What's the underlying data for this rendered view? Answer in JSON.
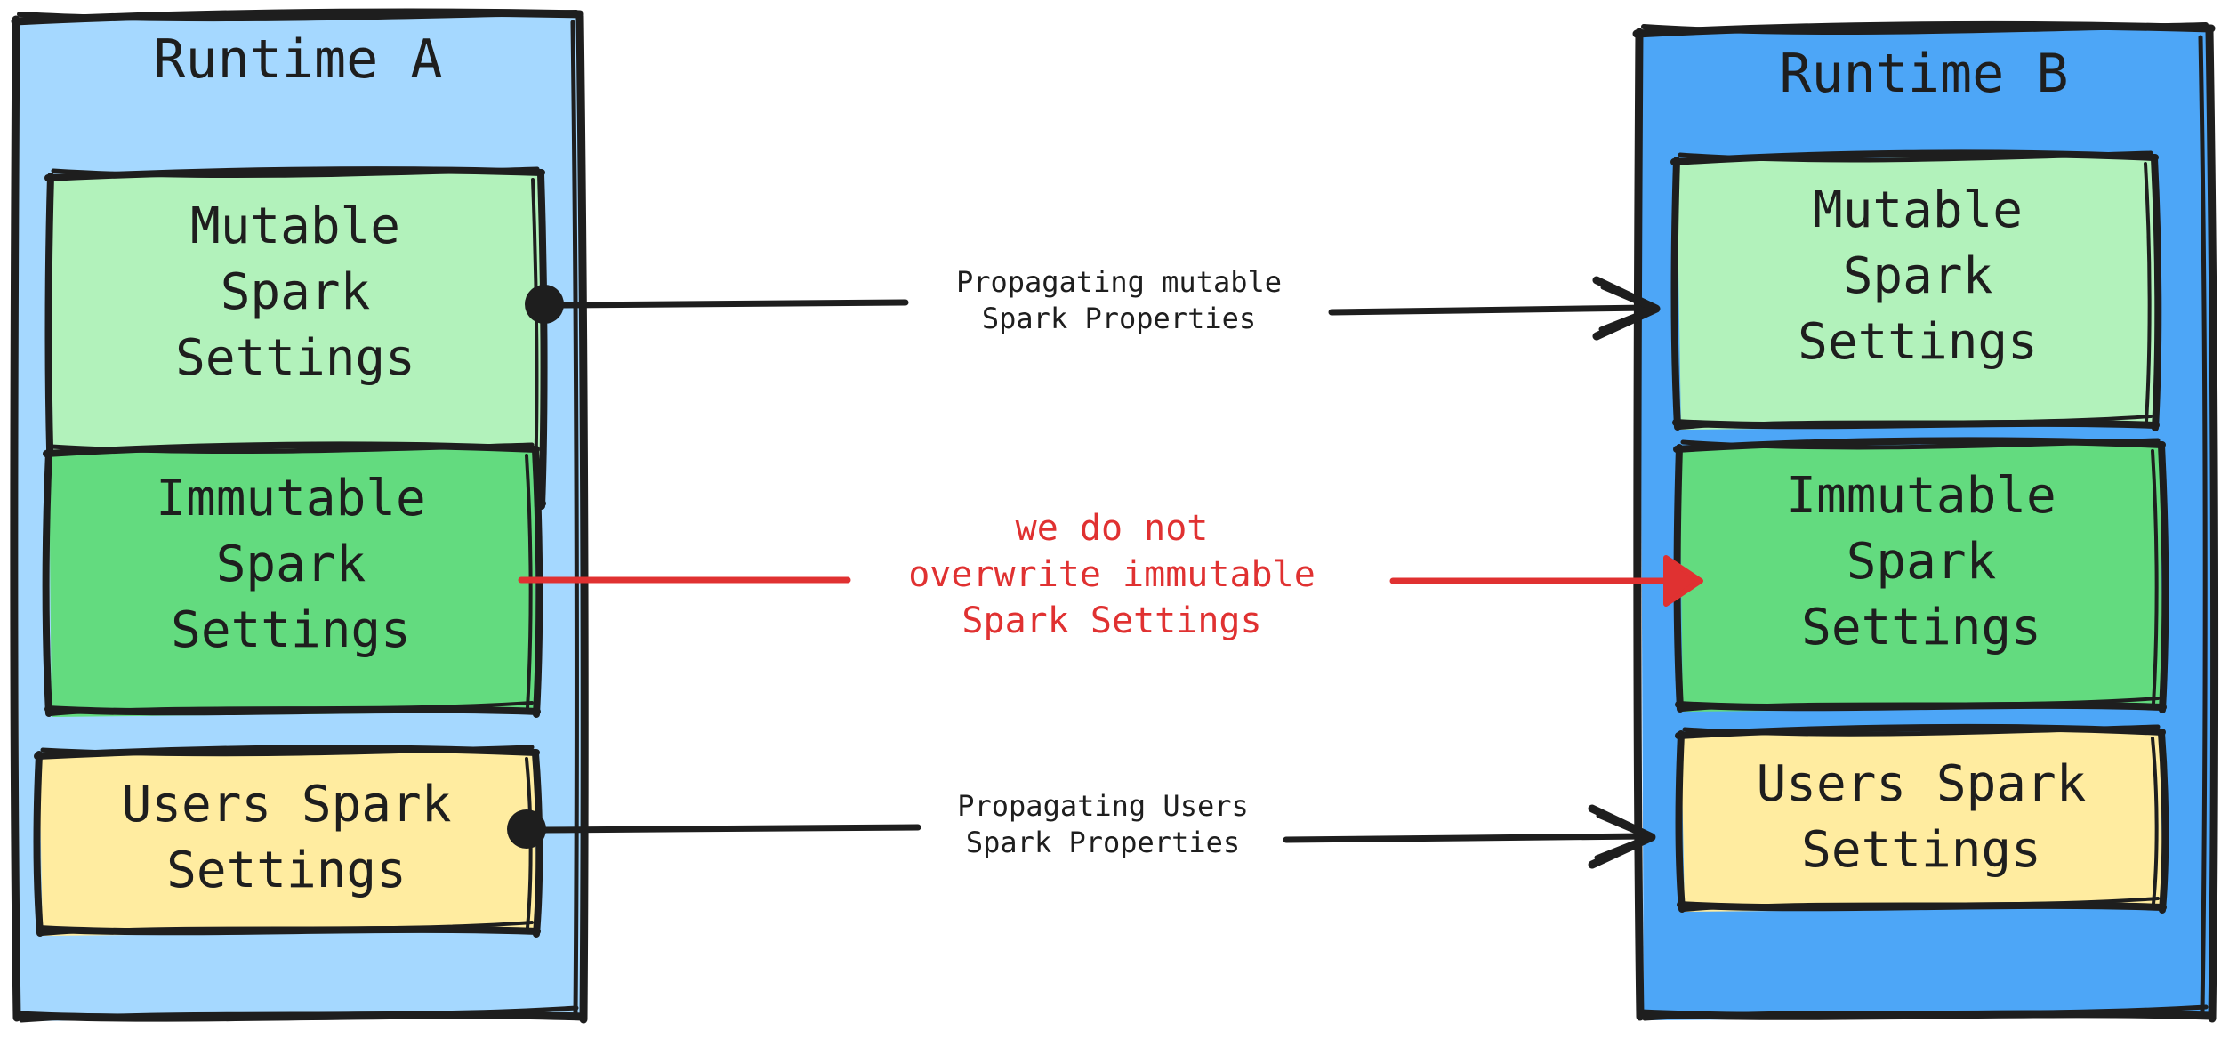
{
  "diagram": {
    "title_visible": false,
    "style": "hand-drawn",
    "background": "#ffffff",
    "colors": {
      "runtime_a_fill": "#a5d8ff",
      "runtime_b_fill": "#4da6f7",
      "mutable_fill": "#b2f2bb",
      "immutable_fill": "#63db7f",
      "users_fill": "#ffeca0",
      "stroke": "#1e1e1e",
      "red_accent": "#e03131"
    }
  },
  "runtime_a": {
    "title": "Runtime A",
    "boxes": [
      {
        "id": "a-mutable",
        "label": "Mutable\nSpark\nSettings"
      },
      {
        "id": "a-immutable",
        "label": "Immutable\nSpark\nSettings"
      },
      {
        "id": "a-users",
        "label": "Users Spark\nSettings"
      }
    ]
  },
  "runtime_b": {
    "title": "Runtime B",
    "boxes": [
      {
        "id": "b-mutable",
        "label": "Mutable\nSpark\nSettings"
      },
      {
        "id": "b-immutable",
        "label": "Immutable\nSpark\nSettings"
      },
      {
        "id": "b-users",
        "label": "Users Spark\nSettings"
      }
    ]
  },
  "connections": [
    {
      "id": "conn-mutable",
      "label": "Propagating mutable\nSpark Properties",
      "color": "#1e1e1e",
      "from": "a-mutable",
      "to": "b-mutable",
      "start_marker": "dot",
      "end_marker": "open-arrow"
    },
    {
      "id": "conn-immutable",
      "label": "we do not\noverwrite immutable\nSpark Settings",
      "color": "#e03131",
      "from": "a-immutable",
      "to": "b-immutable",
      "start_marker": "none",
      "end_marker": "filled-arrow"
    },
    {
      "id": "conn-users",
      "label": "Propagating Users\nSpark Properties",
      "color": "#1e1e1e",
      "from": "a-users",
      "to": "b-users",
      "start_marker": "dot",
      "end_marker": "open-arrow"
    }
  ]
}
